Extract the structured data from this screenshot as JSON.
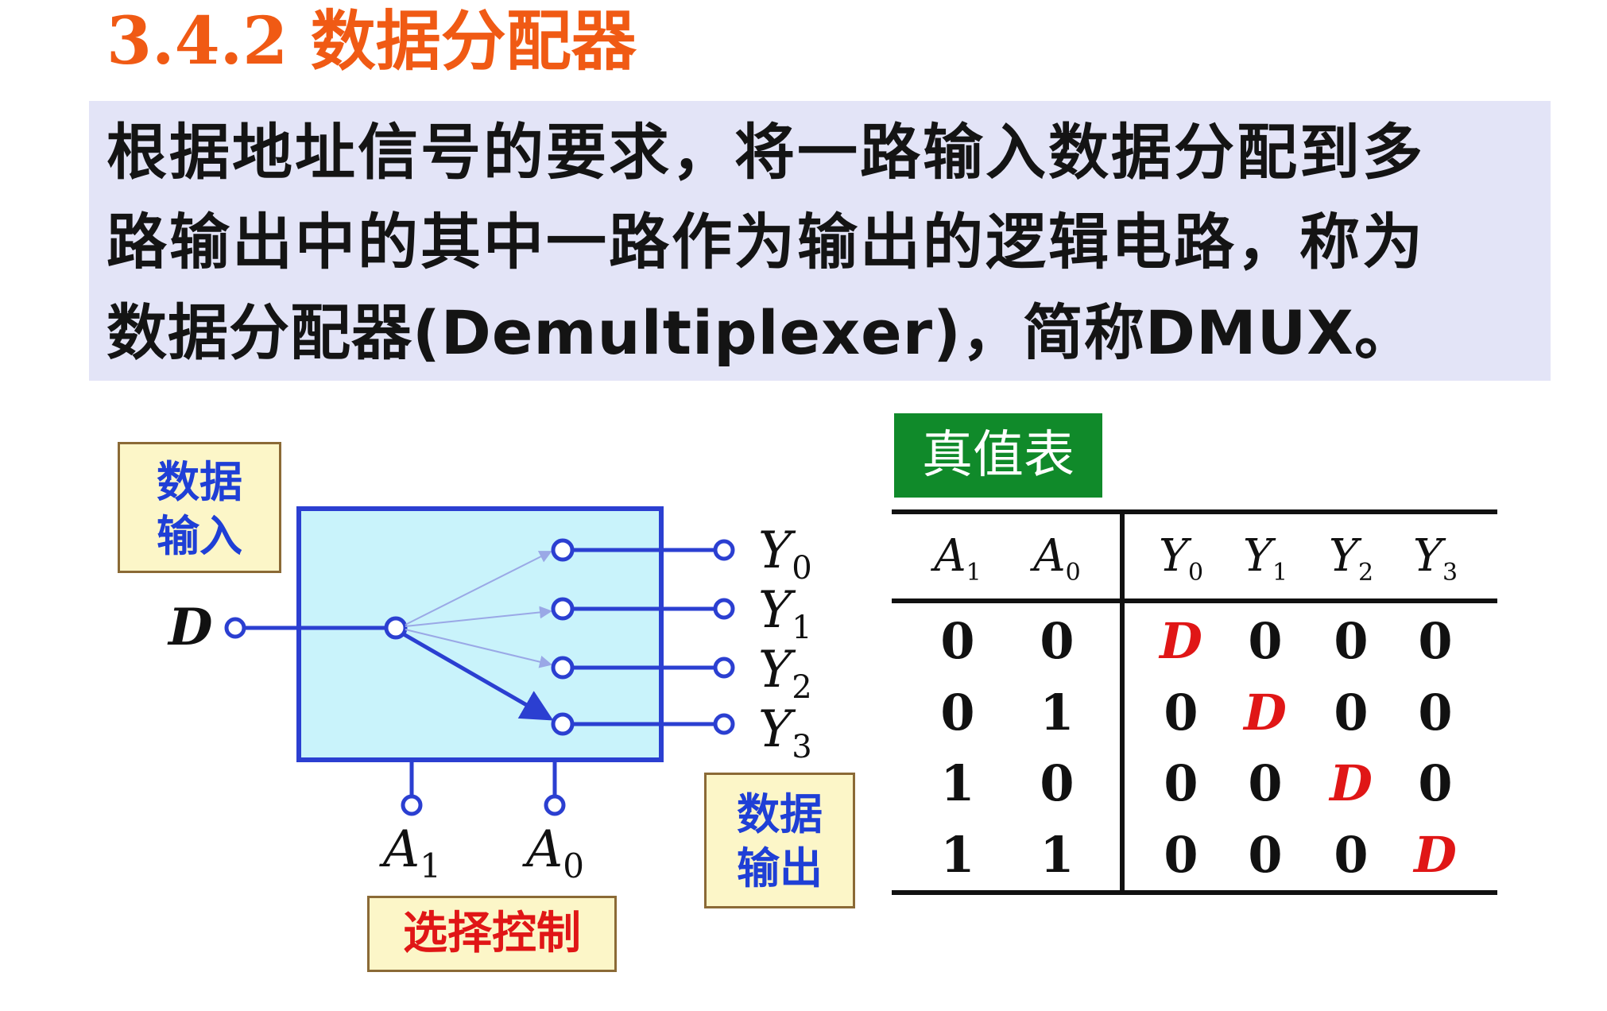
{
  "slide": {
    "title": "3.4.2 数据分配器",
    "definition": {
      "line1": "根据地址信号的要求，将一路输入数据分配到多",
      "line2": "路输出中的其中一路作为输出的逻辑电路，称为",
      "line3": "数据分配器(Demultiplexer)，简称DMUX。"
    }
  },
  "diagram": {
    "input_callout": [
      "数据",
      "输入"
    ],
    "output_callout": [
      "数据",
      "输出"
    ],
    "select_callout": "选择控制",
    "input_label": "D",
    "outputs": [
      {
        "name": "Y",
        "sub": "0"
      },
      {
        "name": "Y",
        "sub": "1"
      },
      {
        "name": "Y",
        "sub": "2"
      },
      {
        "name": "Y",
        "sub": "3"
      }
    ],
    "selects": [
      {
        "name": "A",
        "sub": "1"
      },
      {
        "name": "A",
        "sub": "0"
      }
    ],
    "colors": {
      "box_fill": "#c9f3fb",
      "box_border": "#2b3fd1",
      "wire": "#2b3fd1",
      "label": "#111111"
    }
  },
  "truth_table": {
    "title": "真值表",
    "headers": [
      {
        "name": "A",
        "sub": "1"
      },
      {
        "name": "A",
        "sub": "0"
      },
      {
        "name": "Y",
        "sub": "0"
      },
      {
        "name": "Y",
        "sub": "1"
      },
      {
        "name": "Y",
        "sub": "2"
      },
      {
        "name": "Y",
        "sub": "3"
      }
    ],
    "rows": [
      [
        "0",
        "0",
        "D",
        "0",
        "0",
        "0"
      ],
      [
        "0",
        "1",
        "0",
        "D",
        "0",
        "0"
      ],
      [
        "1",
        "0",
        "0",
        "0",
        "D",
        "0"
      ],
      [
        "1",
        "1",
        "0",
        "0",
        "0",
        "D"
      ]
    ],
    "colors": {
      "value": "#111111",
      "highlight": "#e01616",
      "rule": "#111111"
    }
  }
}
